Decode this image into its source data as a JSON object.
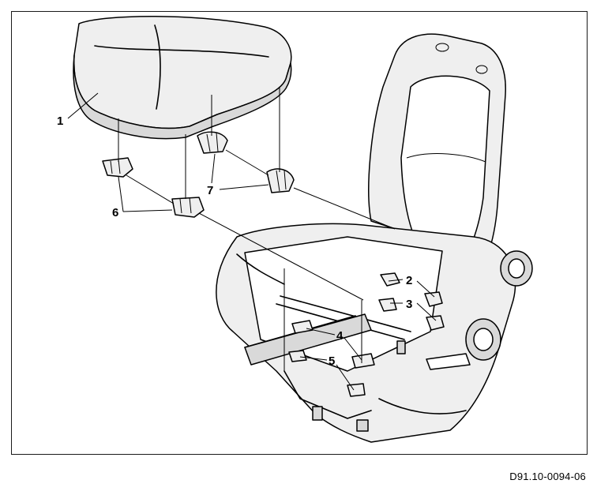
{
  "callouts": {
    "c1": "1",
    "c2": "2",
    "c3": "3",
    "c4": "4",
    "c5": "5",
    "c6": "6",
    "c7": "7"
  },
  "figure_reference": "D91.10-0094-06",
  "colors": {
    "line": "#000000",
    "fill_shade": "#d9d9d9",
    "fill_light": "#efefef",
    "background": "#ffffff"
  }
}
